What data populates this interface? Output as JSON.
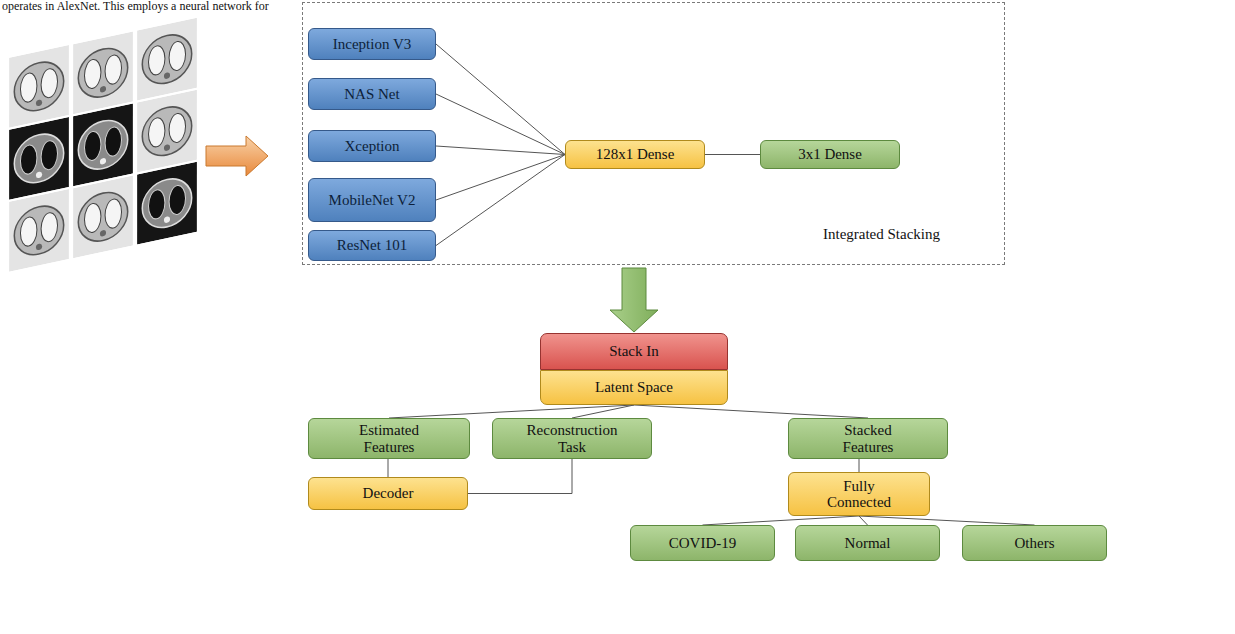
{
  "diagram": {
    "nodes": [
      {
        "text": [
          "Integrated Stacking"
        ]
      },
      {
        "text": [
          "Inception V3"
        ],
        "in": 0
      },
      {
        "text": [
          "NAS Net"
        ],
        "in": 0
      },
      {
        "text": [
          "Xception"
        ],
        "in": 0
      },
      {
        "text": [
          "MobileNet V2"
        ],
        "in": 0
      },
      {
        "text": [
          "ResNet 101"
        ],
        "in": 0
      },
      {
        "text": [
          "128x1 Dense"
        ],
        "in": 0
      },
      {
        "text": [
          "3x1 Dense"
        ],
        "in": 0
      },
      {
        "text": [
          "Stack In"
        ]
      },
      {
        "text": [
          "Latent Space"
        ]
      },
      {
        "text": [
          "Estimated Features"
        ]
      },
      {
        "text": [
          "Reconstruction Task"
        ]
      },
      {
        "text": [
          "Stacked Features"
        ]
      },
      {
        "text": [
          "Decoder"
        ]
      },
      {
        "text": [
          "Fully Connected"
        ]
      },
      {
        "text": [
          "COVID-19"
        ]
      },
      {
        "text": [
          "Normal"
        ]
      },
      {
        "text": [
          "Others"
        ]
      }
    ],
    "edges": [
      {
        "from": 1,
        "to": 6,
        "arrow": "none"
      },
      {
        "from": 2,
        "to": 6,
        "arrow": "none"
      },
      {
        "from": 3,
        "to": 6,
        "arrow": "none"
      },
      {
        "from": 4,
        "to": 6,
        "arrow": "none"
      },
      {
        "from": 5,
        "to": 6,
        "arrow": "none"
      },
      {
        "from": 6,
        "to": 7,
        "arrow": "none"
      },
      {
        "from": 0,
        "to": 8,
        "arrow": "to"
      },
      {
        "from": 9,
        "to": 10,
        "arrow": "none"
      },
      {
        "from": 9,
        "to": 11,
        "arrow": "none"
      },
      {
        "from": 9,
        "to": 12,
        "arrow": "none"
      },
      {
        "from": 10,
        "to": 13,
        "arrow": "none"
      },
      {
        "from": 11,
        "to": 13,
        "arrow": "none"
      },
      {
        "from": 12,
        "to": 14,
        "arrow": "none"
      },
      {
        "from": 14,
        "to": 15,
        "arrow": "none"
      },
      {
        "from": 14,
        "to": 16,
        "arrow": "none"
      },
      {
        "from": 14,
        "to": 17,
        "arrow": "none"
      }
    ],
    "labels": [
      "operates in AlexNet. This employs a neural network for"
    ]
  }
}
